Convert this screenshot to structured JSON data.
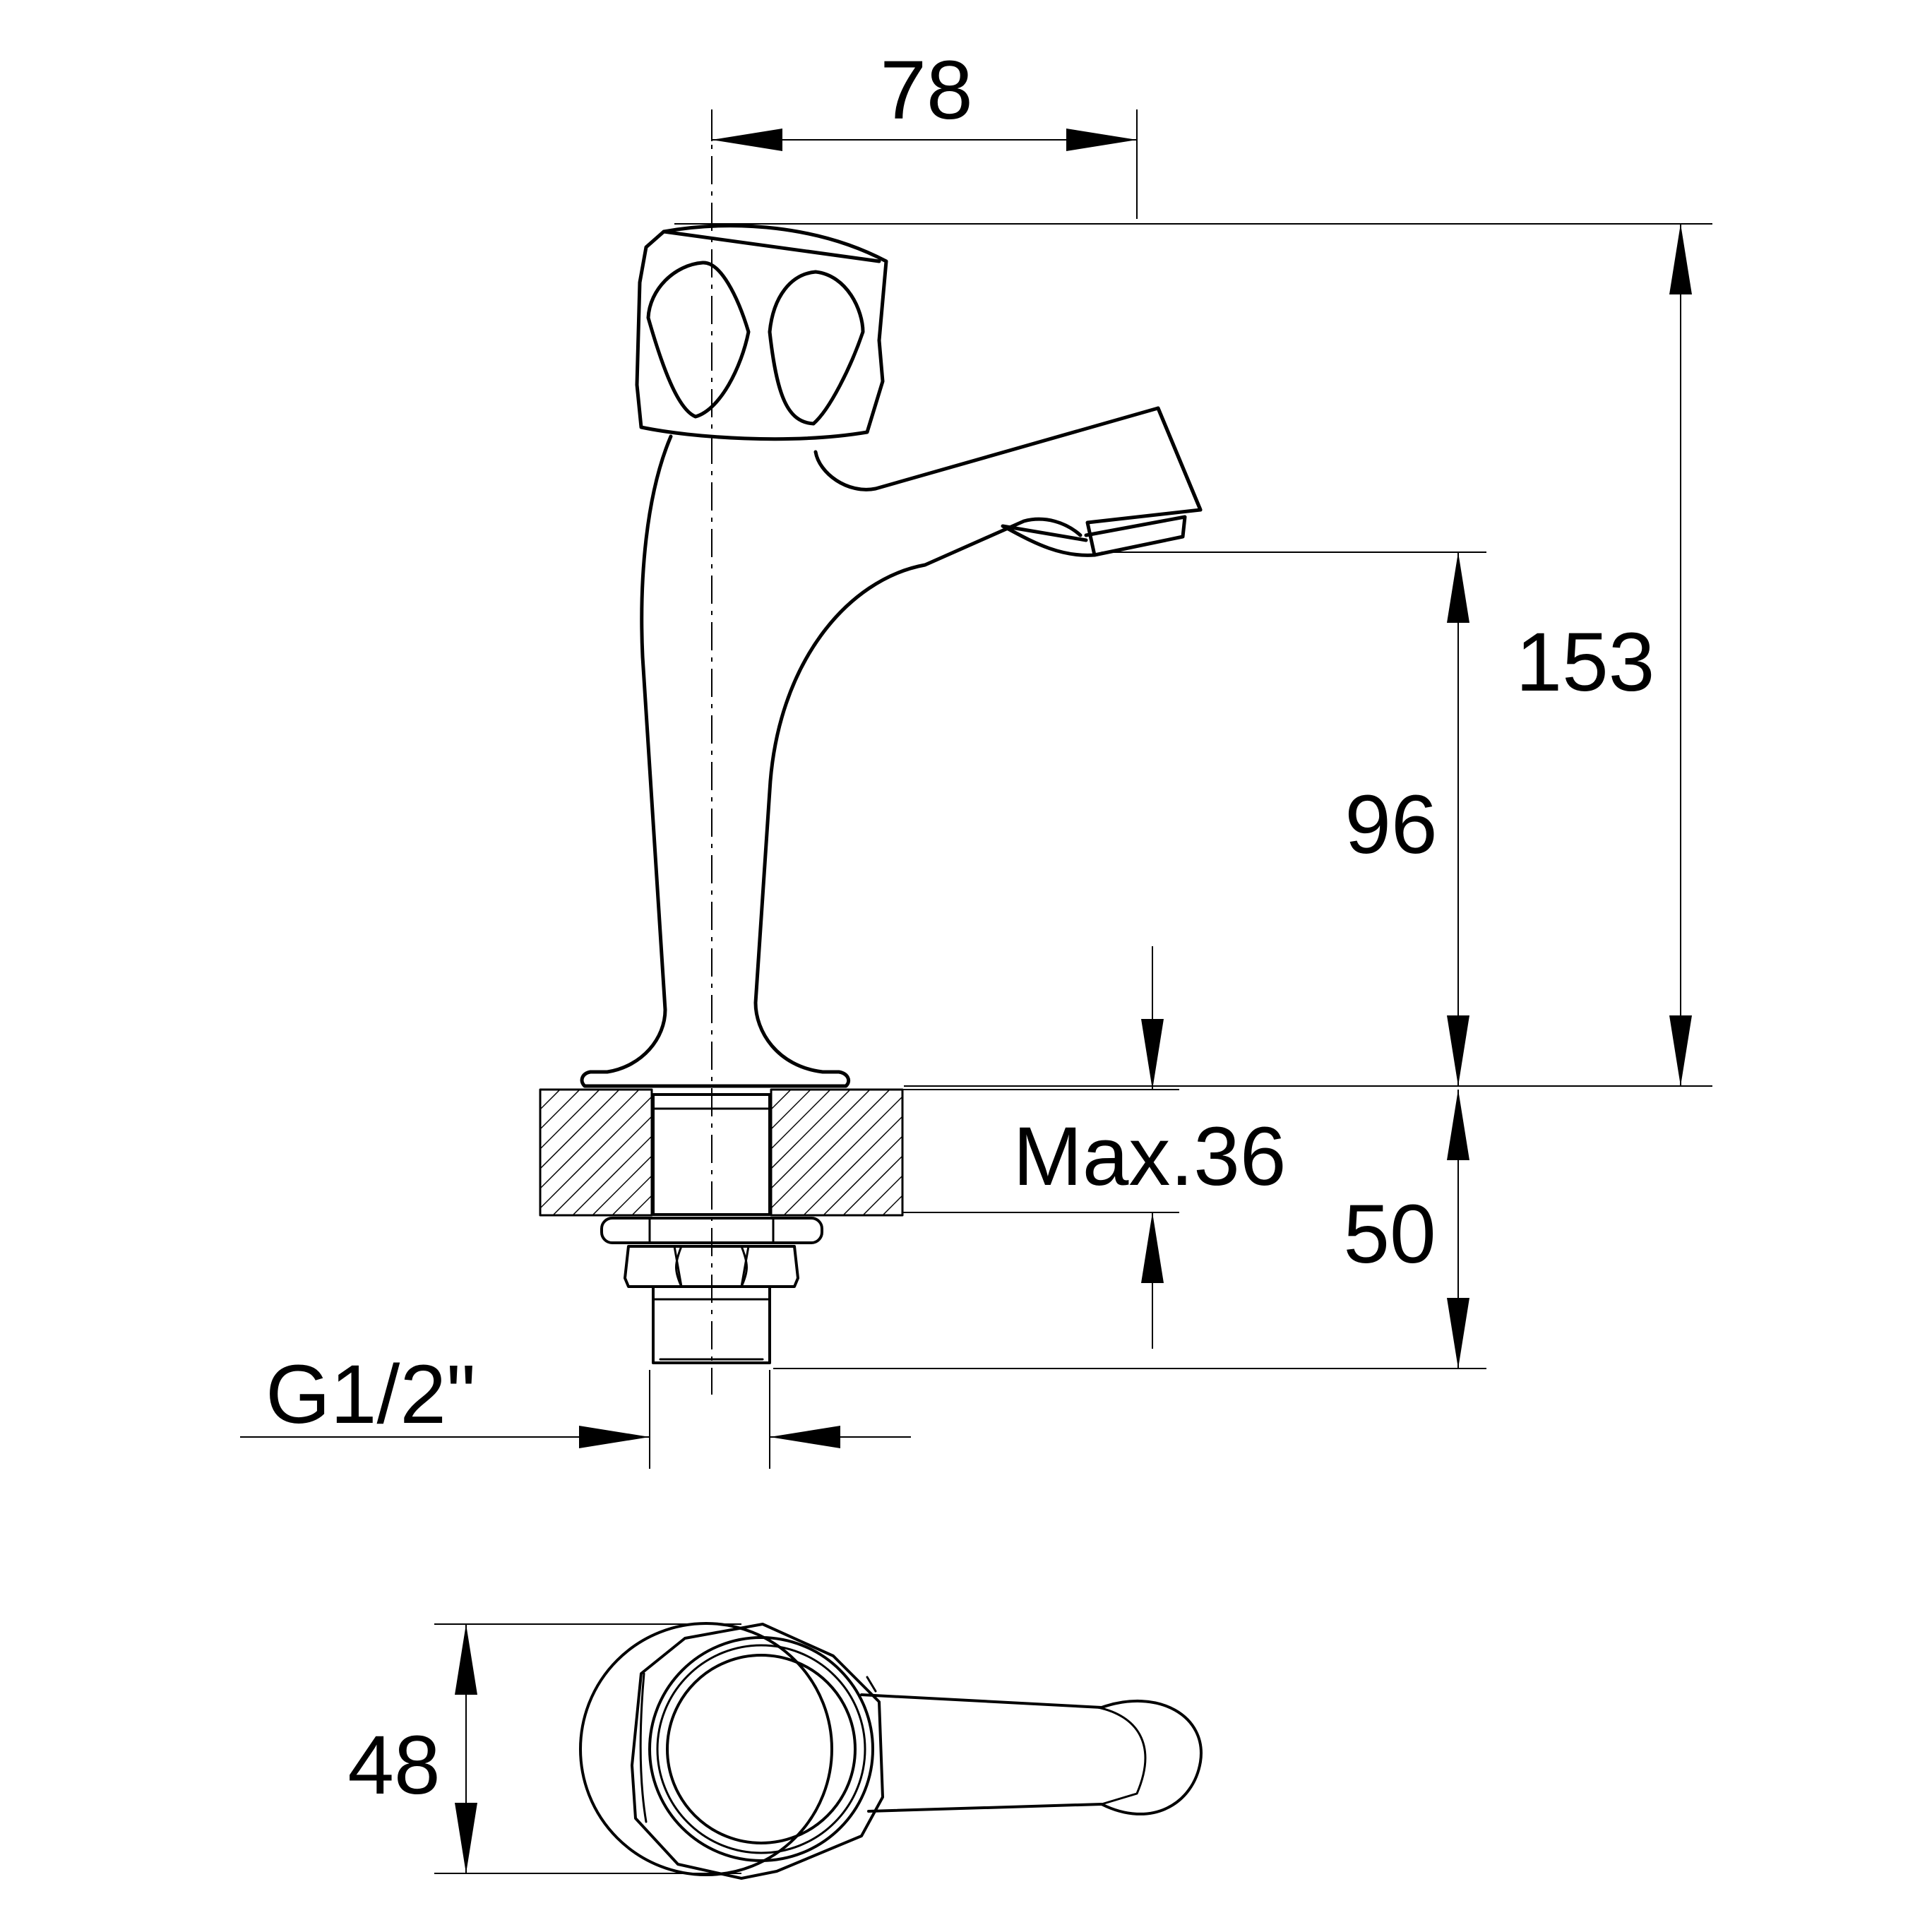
{
  "dimensions": {
    "width_top": "78",
    "total_height": "153",
    "spout_height": "96",
    "max_deck_thickness": "Max.36",
    "shank_length": "50",
    "thread": "G1/2\"",
    "handle_width": "48"
  },
  "colors": {
    "line": "#000000",
    "background": "#ffffff"
  }
}
